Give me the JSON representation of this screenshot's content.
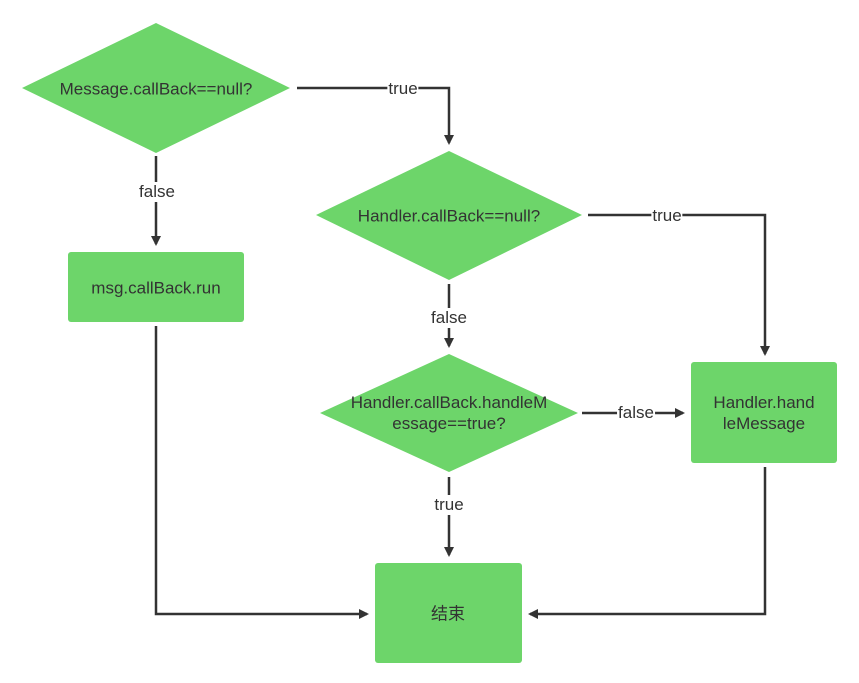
{
  "colors": {
    "node_fill": "#6dd56a",
    "arrow": "#333333",
    "text": "#333333",
    "background": "#ffffff"
  },
  "nodes": {
    "decision_message_callback": "Message.callBack==null?",
    "process_msg_callback_run": "msg.callBack.run",
    "decision_handler_callback": "Handler.callBack==null?",
    "decision_handle_message": "Handler.callBack.handleMessage==true?",
    "decision_handle_message_line1": "Handler.callBack.handleM",
    "decision_handle_message_line2": "essage==true?",
    "process_handler_handle_message": "Handler.handleMessage",
    "process_handler_handle_message_line1": "Handler.hand",
    "process_handler_handle_message_line2": "leMessage",
    "end": "结束"
  },
  "edges": {
    "message_true": "true",
    "message_false": "false",
    "handler_true": "true",
    "handler_false": "false",
    "handle_true": "true",
    "handle_false": "false"
  }
}
